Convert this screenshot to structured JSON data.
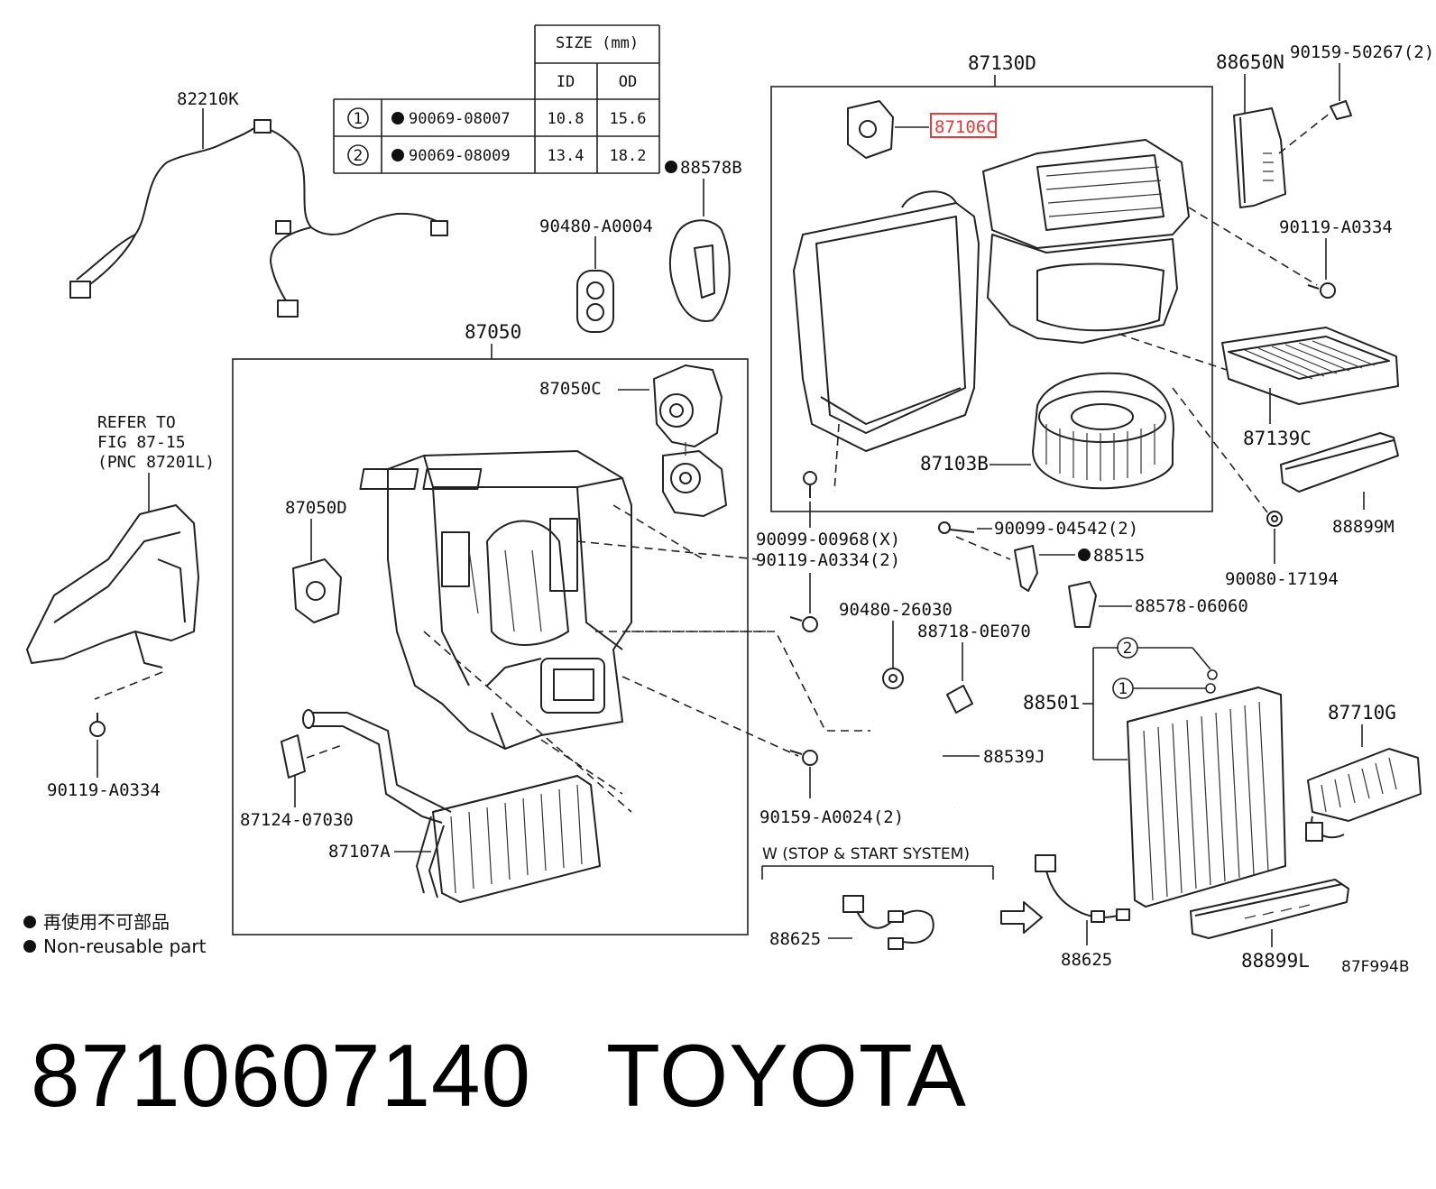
{
  "table": {
    "header_size": "SIZE (mm)",
    "col_id": "ID",
    "col_od": "OD",
    "rows": [
      {
        "num": "1",
        "part": "90069-08007",
        "id": "10.8",
        "od": "15.6"
      },
      {
        "num": "2",
        "part": "90069-08009",
        "id": "13.4",
        "od": "18.2"
      }
    ]
  },
  "labels": {
    "p82210K": "82210K",
    "p88578B": "88578B",
    "p90480A0004": "90480-A0004",
    "p87050": "87050",
    "p87050C": "87050C",
    "p87050D": "87050D",
    "p87124": "87124-07030",
    "p87107A": "87107A",
    "p90119left": "90119-A0334",
    "refer1": "REFER TO",
    "refer2": "FIG 87-15",
    "refer3": "(PNC 87201L)",
    "p87130D": "87130D",
    "p87106C": "87106C",
    "p87103B": "87103B",
    "p88650N": "88650N",
    "p90159_50267": "90159-50267(2)",
    "p90119_right": "90119-A0334",
    "p87139C": "87139C",
    "p88899M": "88899M",
    "p90080": "90080-17194",
    "p90099_00968": "90099-00968(X)",
    "p90119_2": "90119-A0334(2)",
    "p90099_04542": "90099-04542(2)",
    "p88515": "88515",
    "p88578_06060": "88578-06060",
    "p90480_26030": "90480-26030",
    "p88718": "88718-0E070",
    "p88501": "88501",
    "p88539J": "88539J",
    "p90159_A0024": "90159-A0024(2)",
    "p87710G": "87710G",
    "stop_start": "W (STOP & START SYSTEM)",
    "p88625a": "88625",
    "p88625b": "88625",
    "p88899L": "88899L",
    "fig_code": "87F994B",
    "circle1": "1",
    "circle2": "2"
  },
  "legend": {
    "jp": "再使用不可部品",
    "en": "Non-reusable part"
  },
  "footer": {
    "part_number": "8710607140",
    "brand": "TOYOTA"
  },
  "colors": {
    "highlight": "#e23b3b",
    "line": "#222222"
  }
}
